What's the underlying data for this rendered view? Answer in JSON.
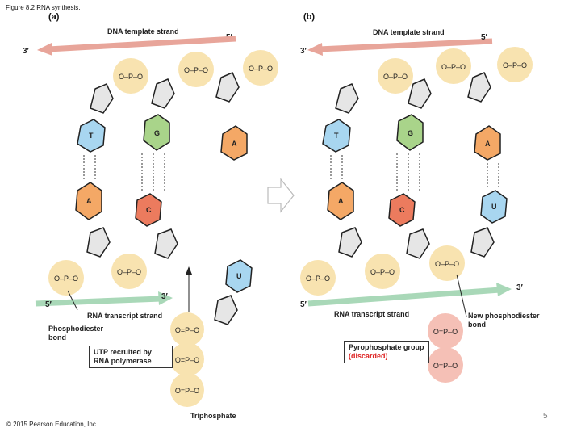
{
  "figure_title": "Figure 8.2 RNA synthesis.",
  "panel_a": {
    "label": "(a)",
    "dna_strand_label": "DNA template strand",
    "dna_five_prime": "5′",
    "dna_three_prime": "3′",
    "rna_strand_label": "RNA transcript strand",
    "rna_five_prime": "5′",
    "rna_three_prime": "3′",
    "phosphodiester_label": "Phosphodiester bond",
    "utp_callout": "UTP recruited by RNA polymerase",
    "triphosphate_label": "Triphosphate",
    "bases": {
      "t": "T",
      "g": "G",
      "a_top": "A",
      "a_bottom": "A",
      "c": "C",
      "u": "U"
    }
  },
  "panel_b": {
    "label": "(b)",
    "dna_strand_label": "DNA template strand",
    "dna_five_prime": "5′",
    "dna_three_prime": "3′",
    "rna_strand_label": "RNA transcript strand",
    "rna_five_prime": "5′",
    "rna_three_prime": "3′",
    "new_bond_label": "New phosphodiester bond",
    "pyrophosphate_label": "Pyrophosphate group",
    "discarded_label": "(discarded)",
    "bases": {
      "t": "T",
      "g": "G",
      "a_top": "A",
      "a_bottom": "A",
      "c": "C",
      "u": "U"
    }
  },
  "copyright": "© 2015 Pearson Education, Inc.",
  "page_number": "5",
  "colors": {
    "dna_arrow": "#e8a59a",
    "rna_arrow": "#a9d8b8",
    "phosphate": "#f8e3b0",
    "sugar": "#e6e6e6",
    "thymine": "#a8d6f0",
    "guanine": "#a9d48a",
    "adenine": "#f4a866",
    "cytosine": "#ec7b5e",
    "uracil": "#a8d6f0",
    "pyrophosphate": "#f5c0b6"
  }
}
